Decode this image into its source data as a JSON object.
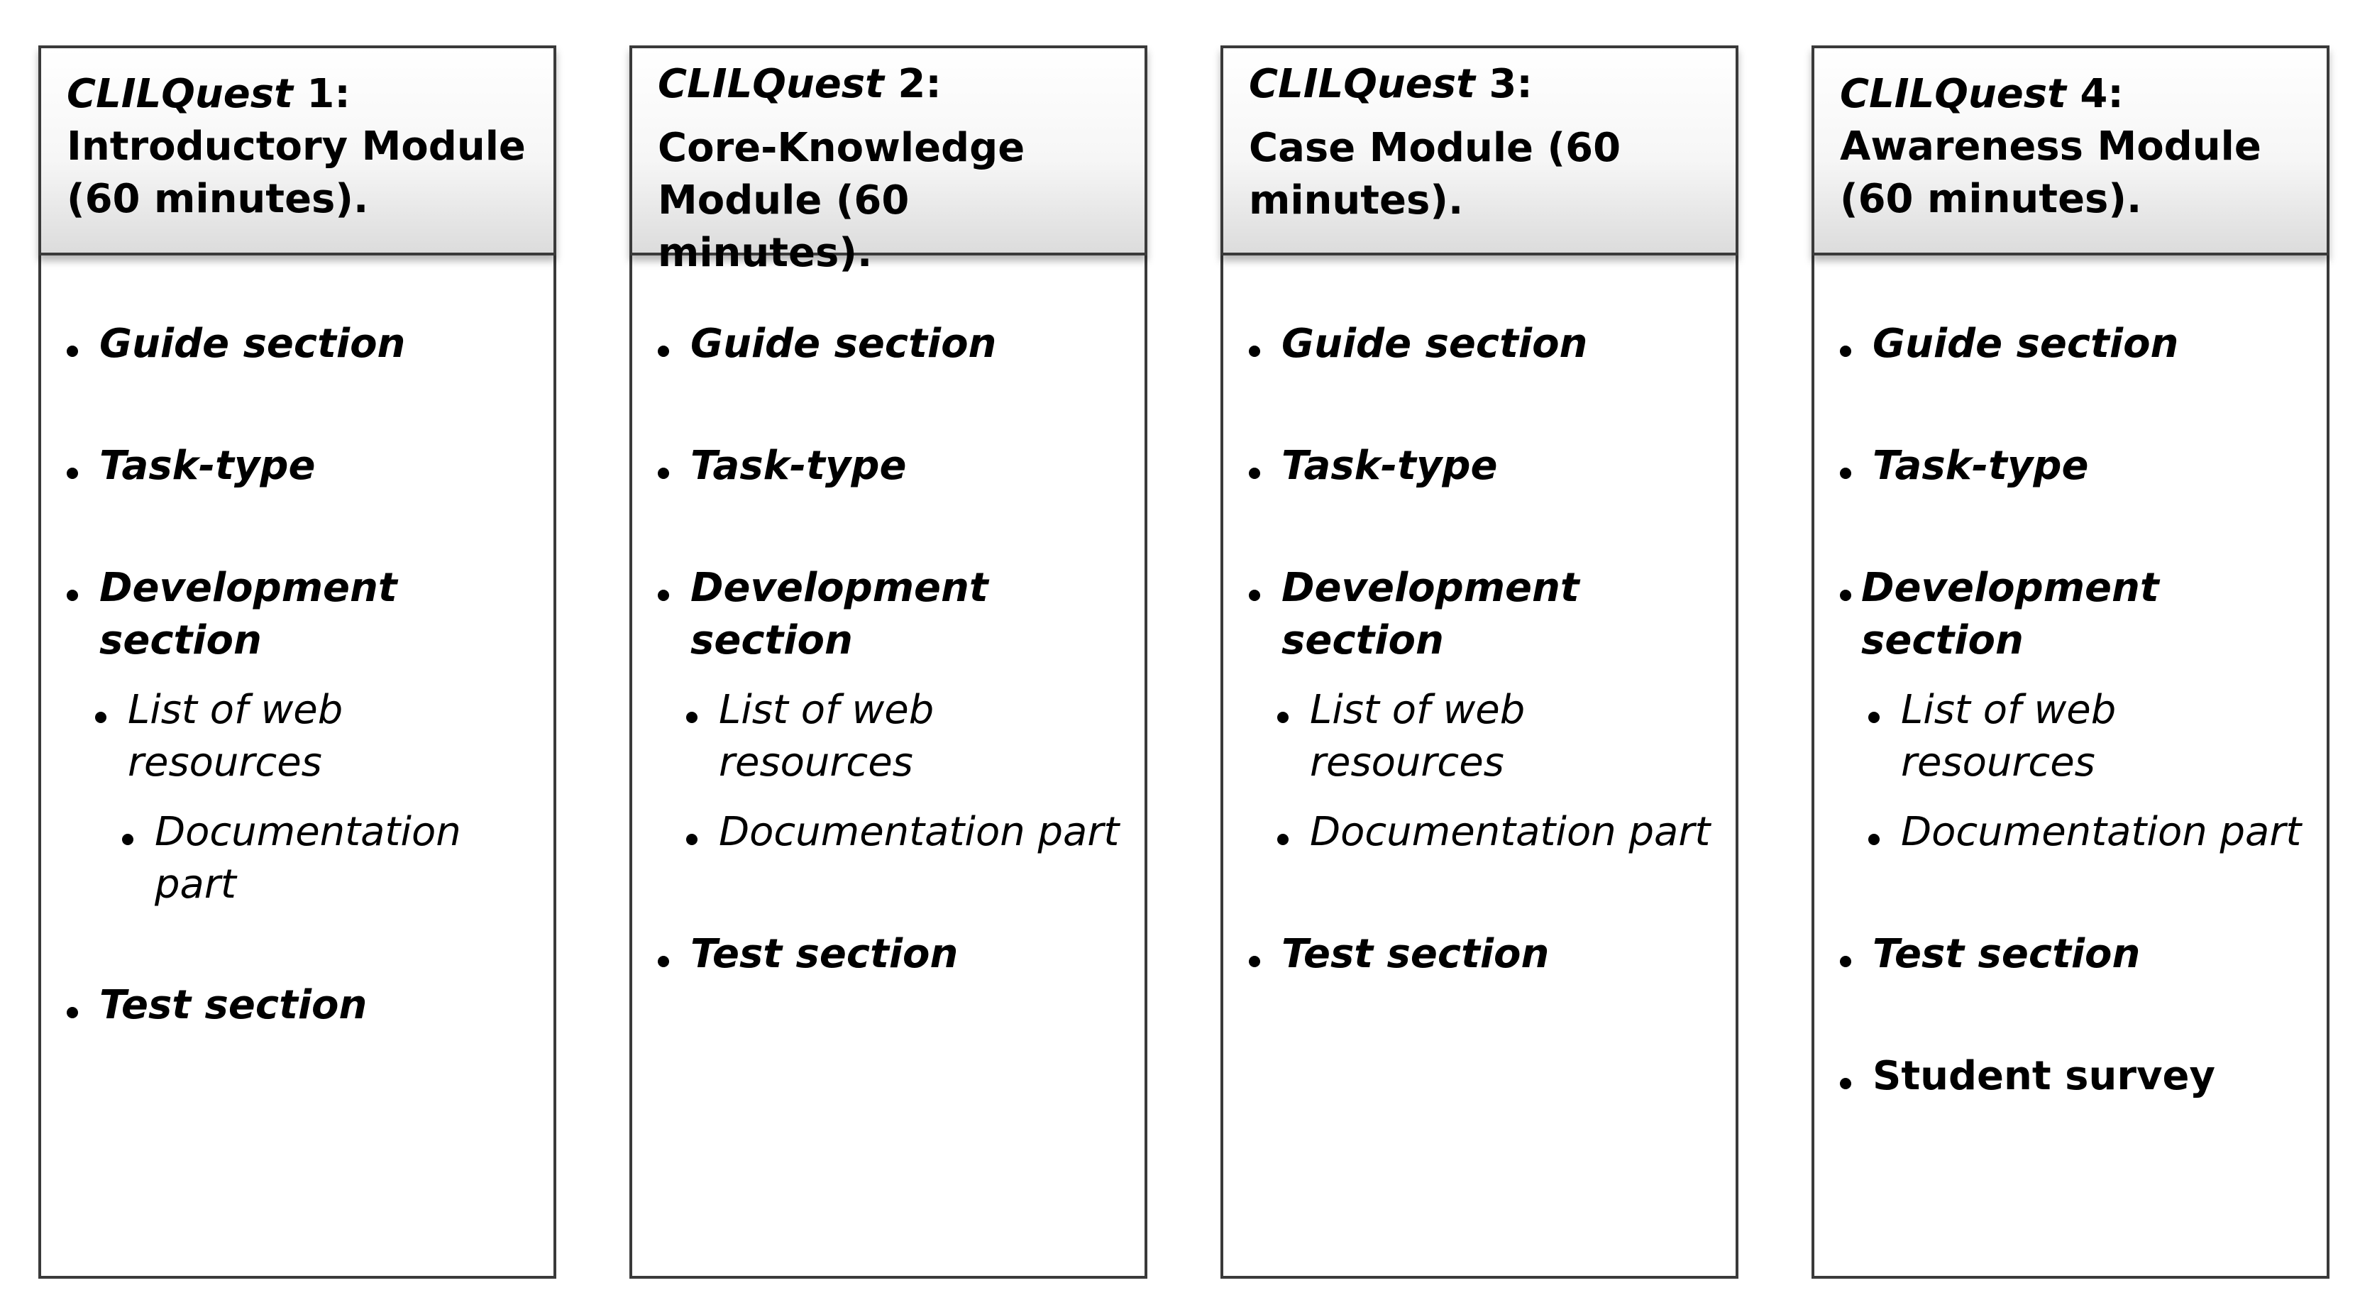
{
  "modules": [
    {
      "name": "CLILQuest",
      "number": "1:",
      "subtitle": "Introductory Module (60 minutes).",
      "items": [
        {
          "text": "Guide section",
          "style": "lvl1"
        },
        {
          "text": "Task-type",
          "style": "lvl1"
        },
        {
          "text": "Development section",
          "style": "lvl1"
        },
        {
          "text": "List of web resources",
          "style": "lvl2"
        },
        {
          "text": "Documentation part",
          "style": "lvl2"
        },
        {
          "text": "Test section",
          "style": "lvl1"
        }
      ]
    },
    {
      "name": "CLILQuest",
      "number": "2:",
      "subtitle": "Core-Knowledge Module (60 minutes).",
      "items": [
        {
          "text": "Guide section",
          "style": "lvl1"
        },
        {
          "text": "Task-type",
          "style": "lvl1"
        },
        {
          "text": "Development section",
          "style": "lvl1"
        },
        {
          "text": "List of web resources",
          "style": "lvl2"
        },
        {
          "text": "Documentation part",
          "style": "lvl2"
        },
        {
          "text": "Test section",
          "style": "lvl1"
        }
      ]
    },
    {
      "name": "CLILQuest",
      "number": "3:",
      "subtitle": "Case Module (60 minutes).",
      "items": [
        {
          "text": "Guide section",
          "style": "lvl1"
        },
        {
          "text": "Task-type",
          "style": "lvl1"
        },
        {
          "text": "Development section",
          "style": "lvl1"
        },
        {
          "text": "List of web resources",
          "style": "lvl2"
        },
        {
          "text": "Documentation part",
          "style": "lvl2"
        },
        {
          "text": "Test section",
          "style": "lvl1"
        }
      ]
    },
    {
      "name": "CLILQuest",
      "number": "4:",
      "subtitle": "Awareness Module (60 minutes).",
      "items": [
        {
          "text": "Guide section",
          "style": "lvl1"
        },
        {
          "text": "Task-type",
          "style": "lvl1"
        },
        {
          "text": "Development section",
          "style": "lvl1"
        },
        {
          "text": "List of web resources",
          "style": "lvl2"
        },
        {
          "text": "Documentation part",
          "style": "lvl2"
        },
        {
          "text": "Test section",
          "style": "lvl1"
        },
        {
          "text": "Student survey",
          "style": "plain-bold"
        }
      ]
    }
  ],
  "colors": {
    "border": "#3a3a3a",
    "header_top": "#ffffff",
    "header_bottom": "#dcdcdc",
    "text": "#000000"
  }
}
